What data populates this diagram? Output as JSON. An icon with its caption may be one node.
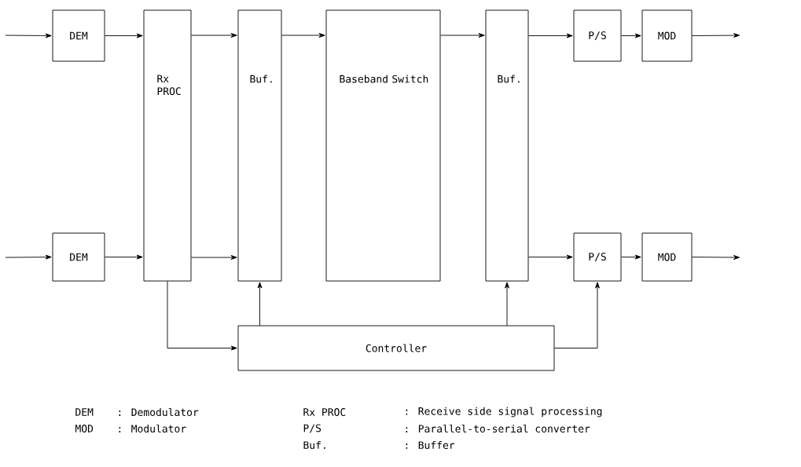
{
  "diagram": {
    "nodes": [
      {
        "text": [
          "DEM"
        ]
      },
      {
        "text": [
          "DEM"
        ]
      },
      {
        "text": [
          "Rx PROC"
        ]
      },
      {
        "text": [
          "Buf."
        ]
      },
      {
        "text": [
          "Baseband Switch"
        ]
      },
      {
        "text": [
          "Buf."
        ]
      },
      {
        "text": [
          "P/S"
        ]
      },
      {
        "text": [
          "MOD"
        ]
      },
      {
        "text": [
          "P/S"
        ]
      },
      {
        "text": [
          "MOD"
        ]
      },
      {
        "text": [
          "Controller"
        ]
      }
    ],
    "edges": [
      {
        "from": null,
        "to": 0,
        "arrow": "to"
      },
      {
        "from": null,
        "to": 1,
        "arrow": "to"
      },
      {
        "from": 0,
        "to": 2,
        "arrow": "to"
      },
      {
        "from": 1,
        "to": 2,
        "arrow": "to"
      },
      {
        "from": 2,
        "to": 3,
        "arrow": "to"
      },
      {
        "from": 2,
        "to": 3,
        "arrow": "to"
      },
      {
        "from": 3,
        "to": 4,
        "arrow": "to"
      },
      {
        "from": 4,
        "to": 5,
        "arrow": "to"
      },
      {
        "from": 5,
        "to": 6,
        "arrow": "to"
      },
      {
        "from": 5,
        "to": 8,
        "arrow": "to"
      },
      {
        "from": 6,
        "to": 7,
        "arrow": "to"
      },
      {
        "from": 8,
        "to": 9,
        "arrow": "to"
      },
      {
        "from": 7,
        "to": null,
        "arrow": "to"
      },
      {
        "from": 9,
        "to": null,
        "arrow": "to"
      },
      {
        "from": 2,
        "to": 10,
        "arrow": "to"
      },
      {
        "from": 10,
        "to": 3,
        "arrow": "to"
      },
      {
        "from": 10,
        "to": 5,
        "arrow": "to"
      },
      {
        "from": 10,
        "to": 8,
        "arrow": "to"
      }
    ],
    "labels": [
      "DEM",
      ": Demodulator",
      "Rx PROC",
      ": Receive side signal processing",
      "MOD",
      ": Modulator",
      "P/S",
      ": Parallel-to-serial converter",
      "Buf.",
      ": Buffer"
    ]
  }
}
